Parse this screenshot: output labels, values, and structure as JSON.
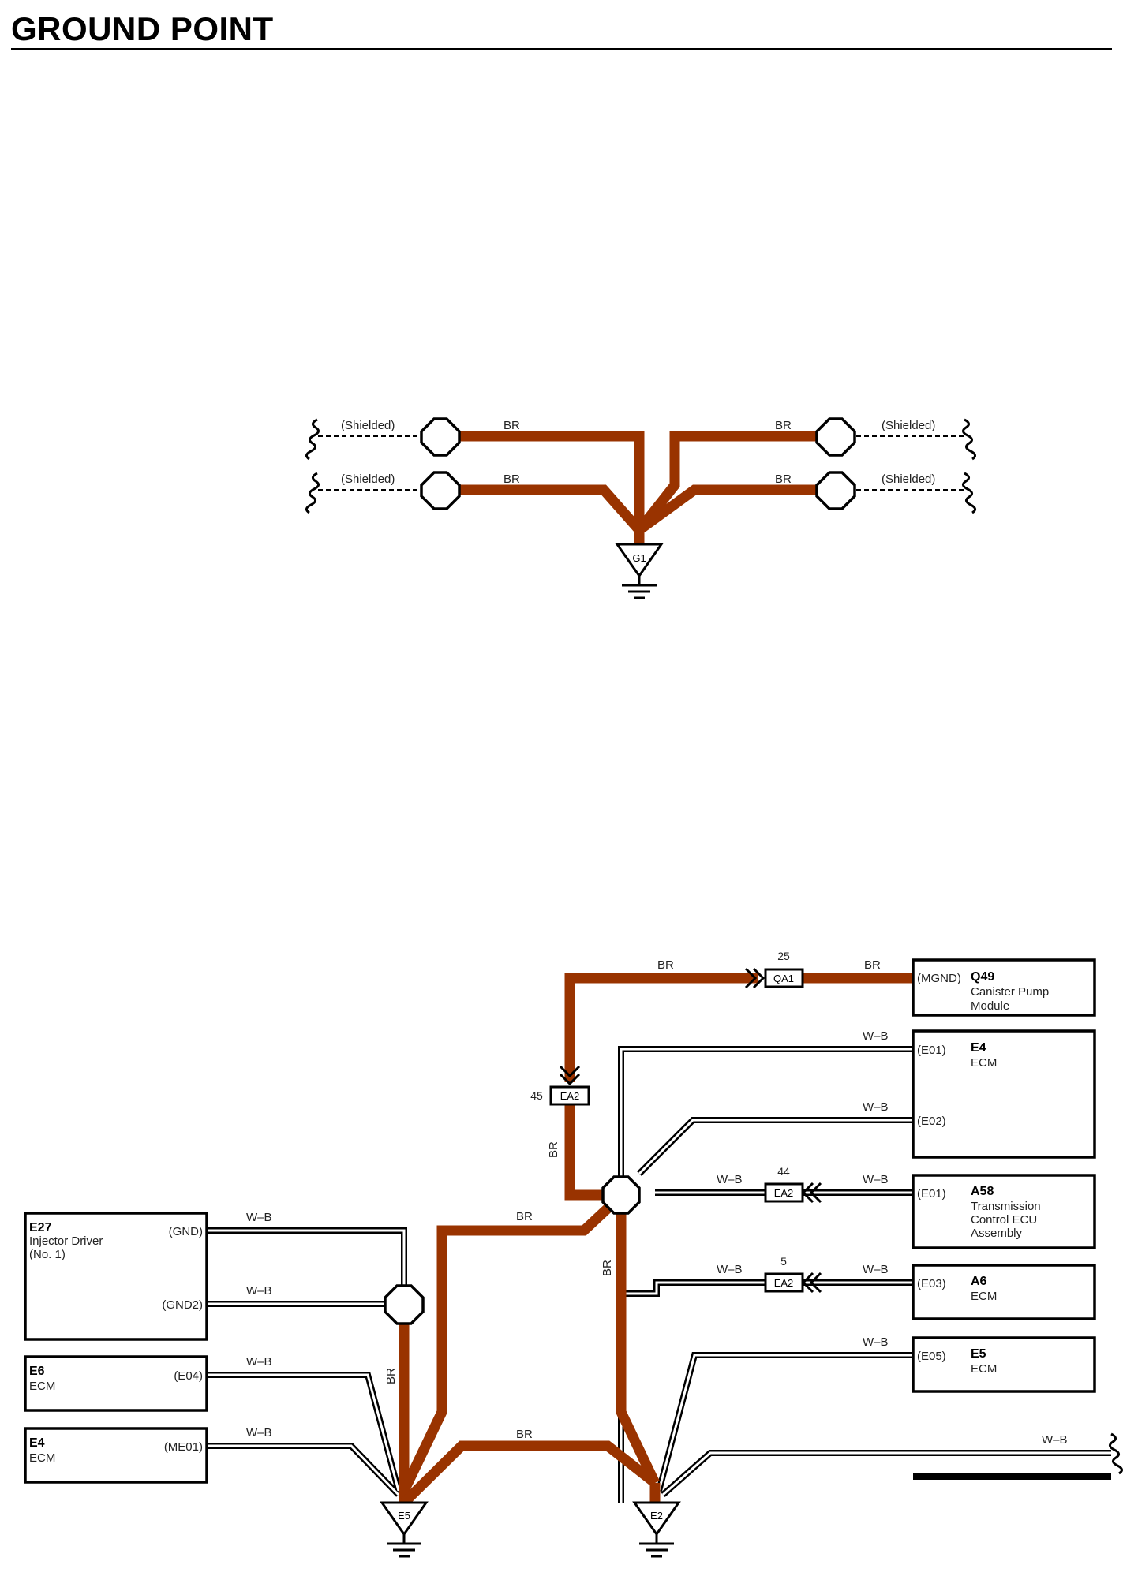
{
  "page": {
    "title": "GROUND POINT"
  },
  "colors": {
    "br_wire": "#993300",
    "wb_wire": "#000000",
    "background": "#ffffff"
  },
  "top": {
    "shield_label": "(Shielded)",
    "wire_color": "BR",
    "ground": "G1"
  },
  "bottom": {
    "wire_br": "BR",
    "wire_wb": "W–B",
    "grounds": {
      "e5": "E5",
      "e2": "E2"
    },
    "connectors": {
      "qa1": {
        "name": "QA1",
        "pin": "25"
      },
      "ea2_v": {
        "name": "EA2",
        "pin": "45"
      },
      "ea2_a58": {
        "name": "EA2",
        "pin": "44"
      },
      "ea2_a6": {
        "name": "EA2",
        "pin": "5"
      }
    },
    "components": {
      "q49": {
        "code": "Q49",
        "line1": "Canister Pump",
        "line2": "Module",
        "pin": "(MGND)"
      },
      "e4_top": {
        "code": "E4",
        "line1": "ECM",
        "pin1": "(E01)",
        "pin2": "(E02)"
      },
      "a58": {
        "code": "A58",
        "line1": "Transmission",
        "line2": "Control ECU",
        "line3": "Assembly",
        "pin": "(E01)"
      },
      "a6": {
        "code": "A6",
        "line1": "ECM",
        "pin": "(E03)"
      },
      "e5_comp": {
        "code": "E5",
        "line1": "ECM",
        "pin": "(E05)"
      },
      "e27": {
        "code": "E27",
        "line1": "Injector Driver",
        "line2": "(No. 1)",
        "pin1": "(GND)",
        "pin2": "(GND2)"
      },
      "e6": {
        "code": "E6",
        "line1": "ECM",
        "pin": "(E04)"
      },
      "e4_bot": {
        "code": "E4",
        "line1": "ECM",
        "pin": "(ME01)"
      }
    }
  }
}
